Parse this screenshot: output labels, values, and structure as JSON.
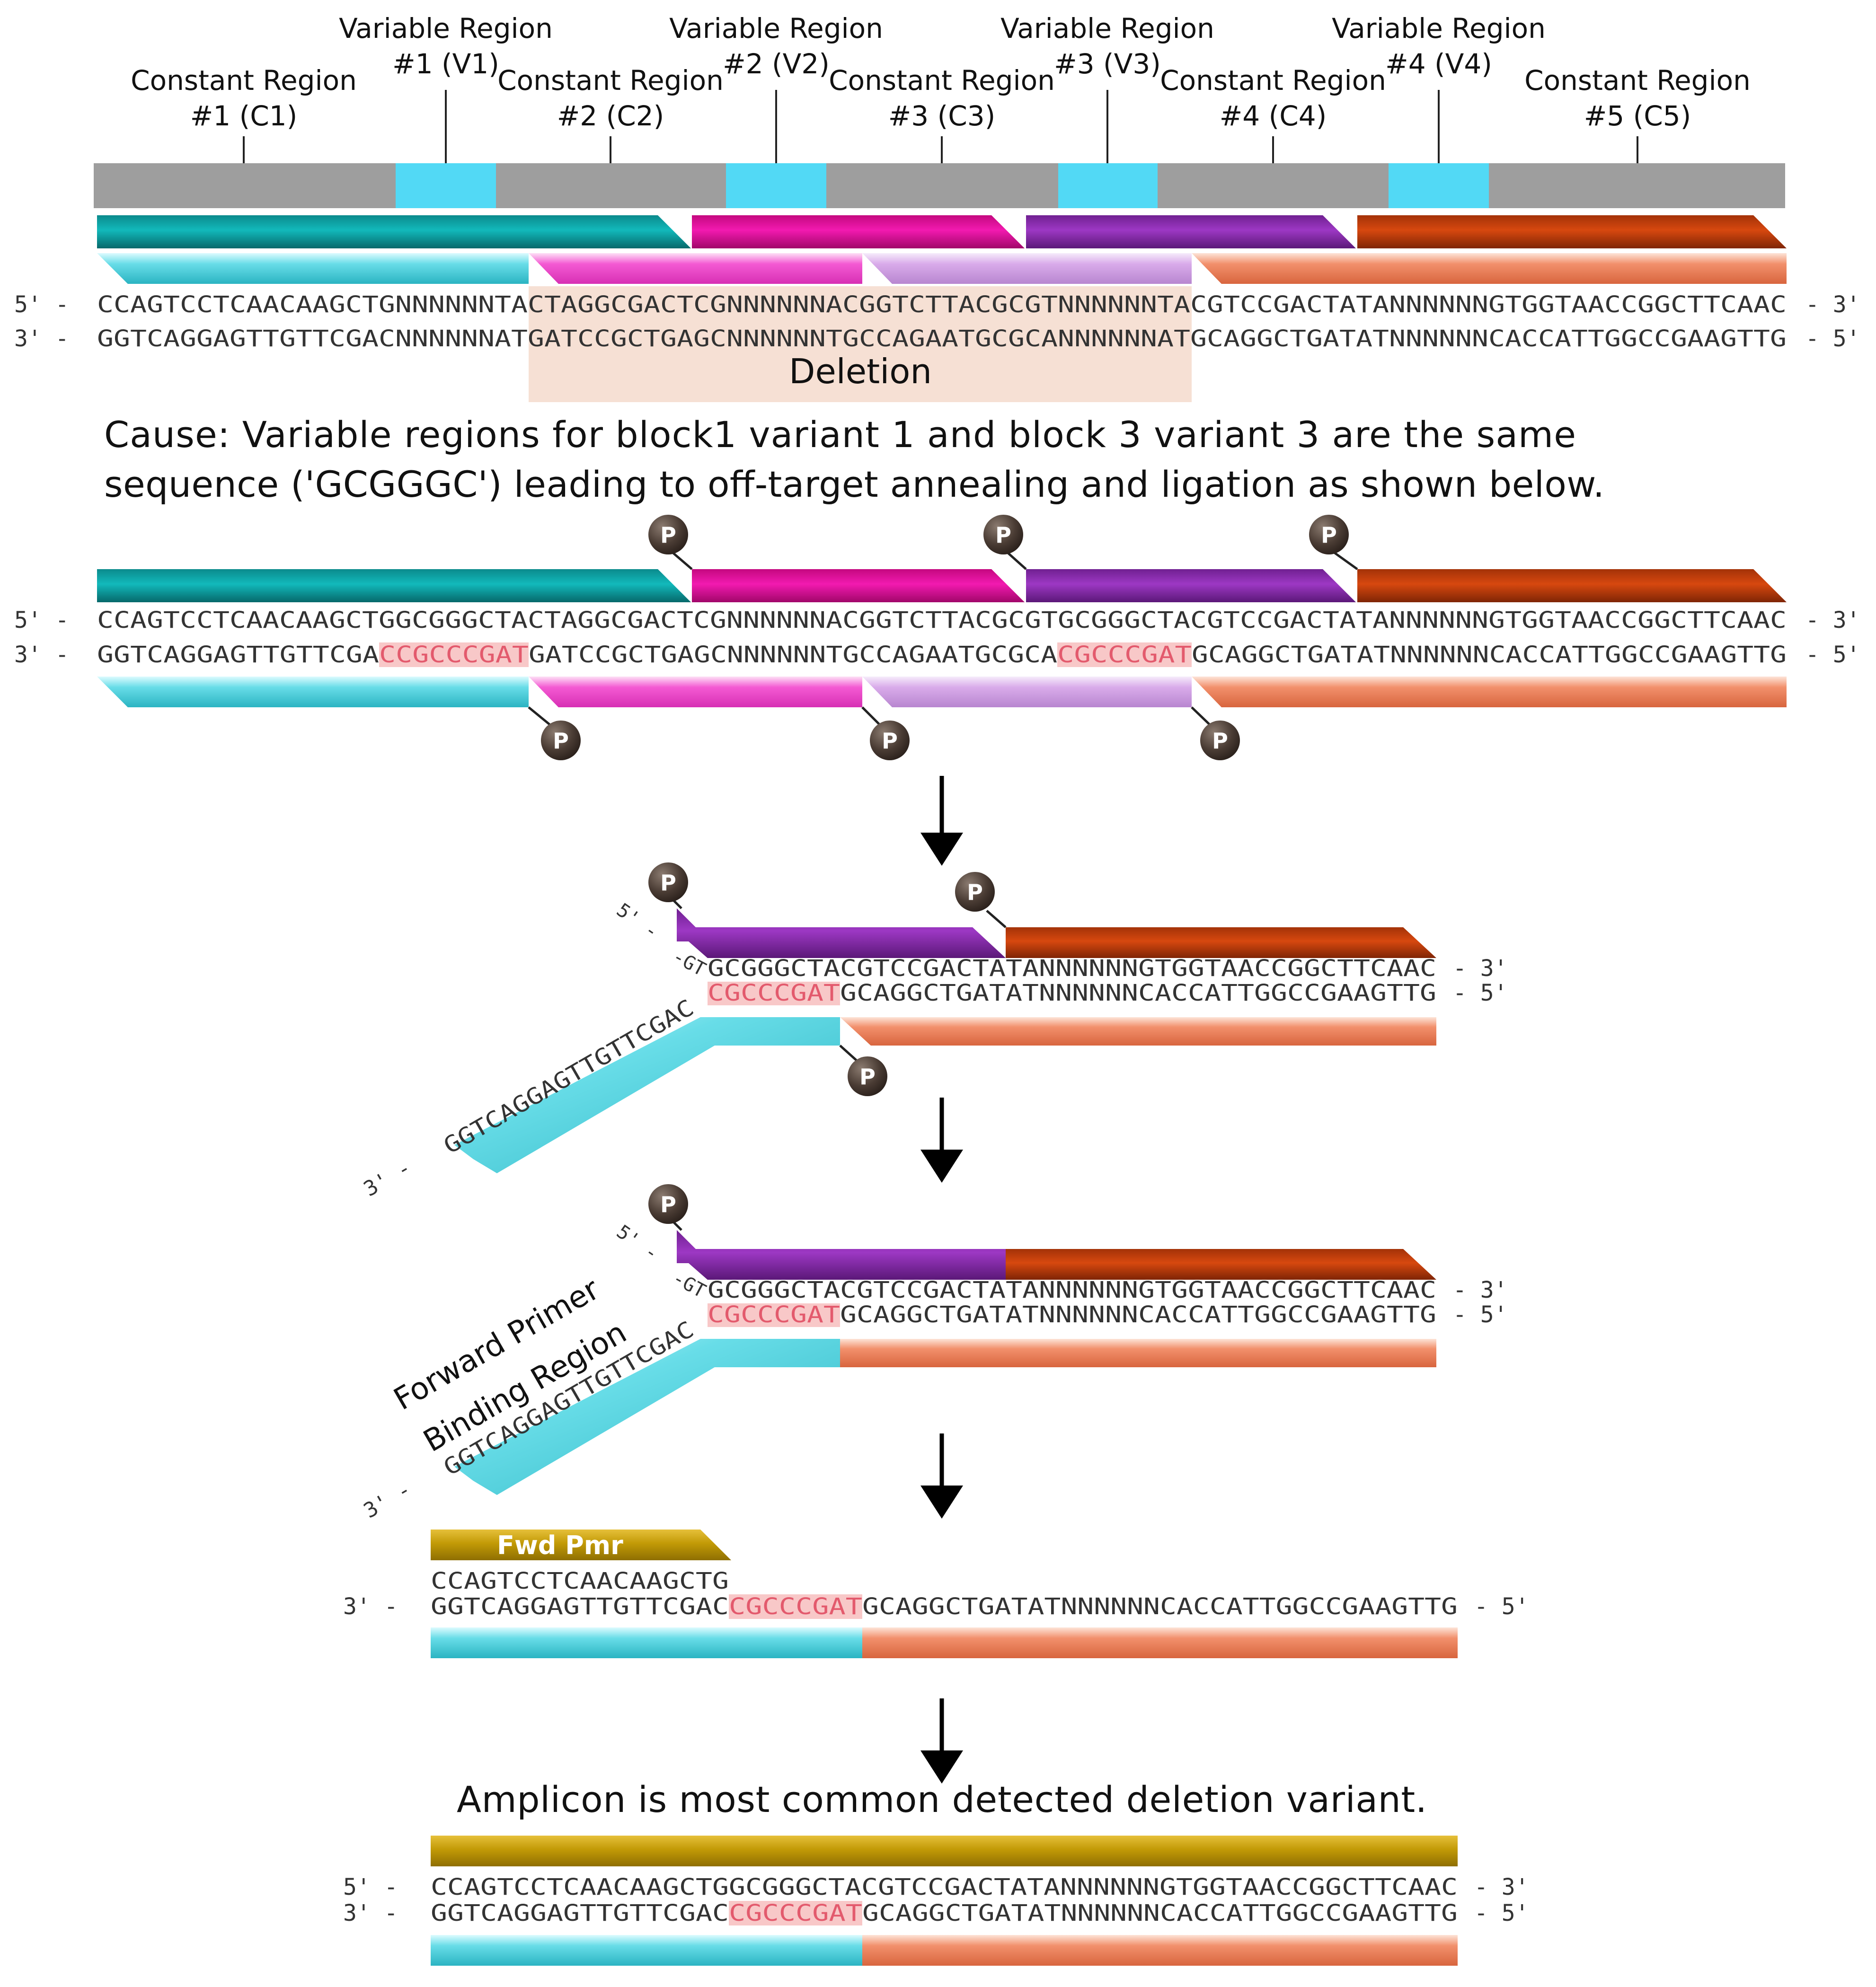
{
  "regions": [
    {
      "label1": "Constant Region",
      "label2": "#1 (C1)"
    },
    {
      "label1": "Variable Region",
      "label2": "#1 (V1)"
    },
    {
      "label1": "Constant Region",
      "label2": "#2 (C2)"
    },
    {
      "label1": "Variable Region",
      "label2": "#2 (V2)"
    },
    {
      "label1": "Constant Region",
      "label2": "#3 (C3)"
    },
    {
      "label1": "Variable Region",
      "label2": "#3 (V3)"
    },
    {
      "label1": "Constant Region",
      "label2": "#4 (C4)"
    },
    {
      "label1": "Variable Region",
      "label2": "#4 (V4)"
    },
    {
      "label1": "Constant Region",
      "label2": "#5 (C5)"
    }
  ],
  "ends": {
    "five": "5' -",
    "three": "3' -",
    "three_r": "- 3'",
    "five_r": "- 5'"
  },
  "panel1": {
    "top_seq": "CCAGTCCTCAACAAGCTGNNNNNNTACTAGGCGACTCGNNNNNNACGGTCTTACGCGTNNNNNNTACGTCCGACTATANNNNNNGTGGTAACCGGCTTCAAC",
    "bot_seq": "GGTCAGGAGTTGTTCGACNNNNNNATGATCCGCTGAGCNNNNNNTGCCAGAATGCGCANNNNNNATGCAGGCTGATATNNNNNNCACCATTGGCCGAAGTTG",
    "deletion_label": "Deletion"
  },
  "cause_line1": "Cause: Variable regions for block1 variant 1 and block 3 variant 3 are the same",
  "cause_line2": "sequence ('GCGGGC') leading to off-target annealing and ligation as shown below.",
  "panel2": {
    "top_seq": "CCAGTCCTCAACAAGCTGGCGGGCTACTAGGCGACTCGNNNNNNACGGTCTTACGCGTGCGGGCTACGTCCGACTATANNNNNNGTGGTAACCGGCTTCAAC",
    "bot_a": "GGTCAGGAGTTGTTCGA",
    "bot_b": "CCGCCCGAT",
    "bot_c": "GATCCGCTGAGCNNNNNNTGCCAGAATGCGCA",
    "bot_d": "CGCCCGAT",
    "bot_e": "GCAGGCTGATATNNNNNNCACCATTGGCCGAAGTTG"
  },
  "phosphate": "P",
  "panel3": {
    "top_overhang": "-GT",
    "top_seq": "GCGGGCTACGTCCGACTATANNNNNNGTGGTAACCGGCTTCAAC",
    "bot_hl": "CGCCCGAT",
    "bot_seq": "GCAGGCTGATATNNNNNNCACCATTGGCCGAAGTTG",
    "diag_seq": "GGTCAGGAGTTGTTCGAC"
  },
  "panel4": {
    "primer_label_1": "Forward Primer",
    "primer_label_2": "Binding Region"
  },
  "panel5": {
    "primer_name": "Fwd Pmr",
    "primer_seq": "CCAGTCCTCAACAAGCTG",
    "bot_a": "GGTCAGGAGTTGTTCGAC",
    "bot_hl": "CGCCCGAT",
    "bot_c": "GCAGGCTGATATNNNNNNCACCATTGGCCGAAGTTG"
  },
  "amplicon_title": "Amplicon is most common detected deletion variant.",
  "panel6": {
    "top_seq": "CCAGTCCTCAACAAGCTGGCGGGCTACGTCCGACTATANNNNNNGTGGTAACCGGCTTCAAC"
  },
  "colors": {
    "constant": "#9e9e9e",
    "variable": "#52d9f5",
    "teal": "#0aa6a6",
    "magenta": "#e8109f",
    "purple": "#8a2bb0",
    "rust": "#c8400e",
    "cyan_light": "#5fd6e0",
    "pink_light": "#f25ad0",
    "lavender": "#d7a6e8",
    "salmon": "#f08b66",
    "gold": "#c9a20a",
    "deletion_bg": "#f6e0d4",
    "highlight": "#f8c8c8",
    "phosphate": "#4a3c34"
  }
}
